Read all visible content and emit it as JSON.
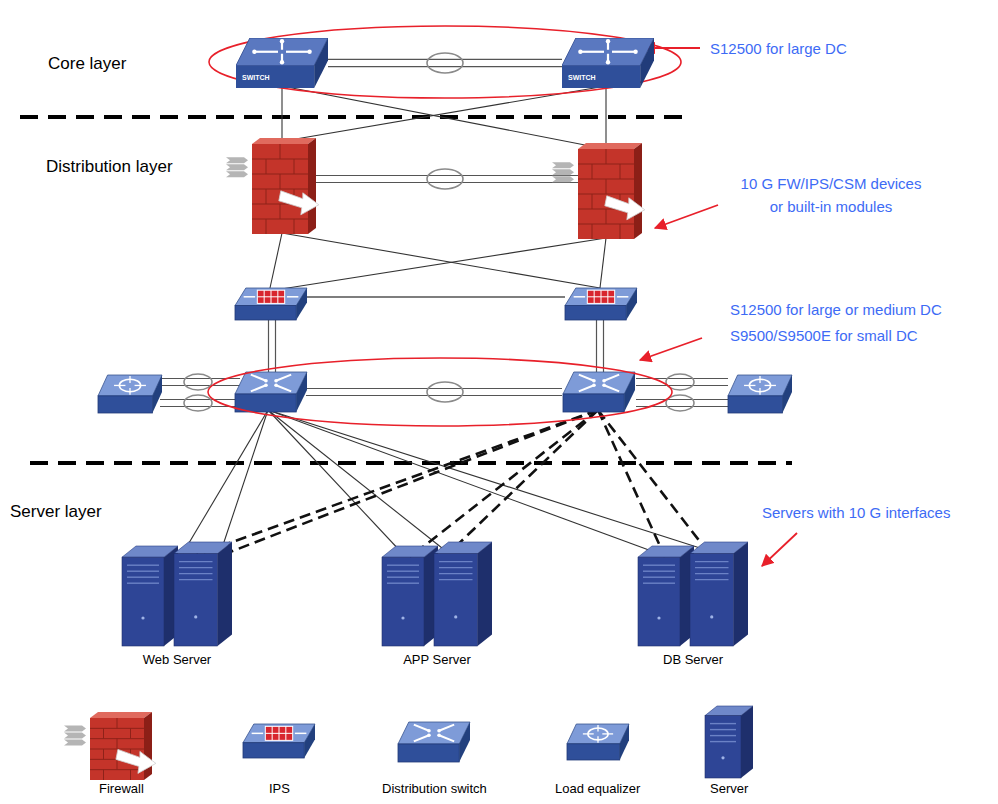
{
  "diagram": {
    "nodes": [
      {
        "text": [
          "SWITCH"
        ]
      },
      {
        "text": [
          "SWITCH"
        ]
      },
      {
        "text": [
          "Web Server"
        ]
      },
      {
        "text": [
          "APP Server"
        ]
      },
      {
        "text": [
          "DB Server"
        ]
      }
    ],
    "edges": [
      {
        "from": 0,
        "to": 1,
        "arrow": "none"
      }
    ],
    "labels": [
      "Core layer",
      "Distribution layer",
      "Server layer",
      "S12500 for large DC",
      "10 G FW/IPS/CSM devices or built-in modules",
      "S12500 for large or medium DC",
      "S9500/S9500E for small DC",
      "Servers with 10 G interfaces"
    ],
    "legend": [
      {
        "text": "Firewall"
      },
      {
        "text": "IPS"
      },
      {
        "text": "Distribution switch"
      },
      {
        "text": "Load equalizer"
      },
      {
        "text": "Server"
      }
    ]
  }
}
